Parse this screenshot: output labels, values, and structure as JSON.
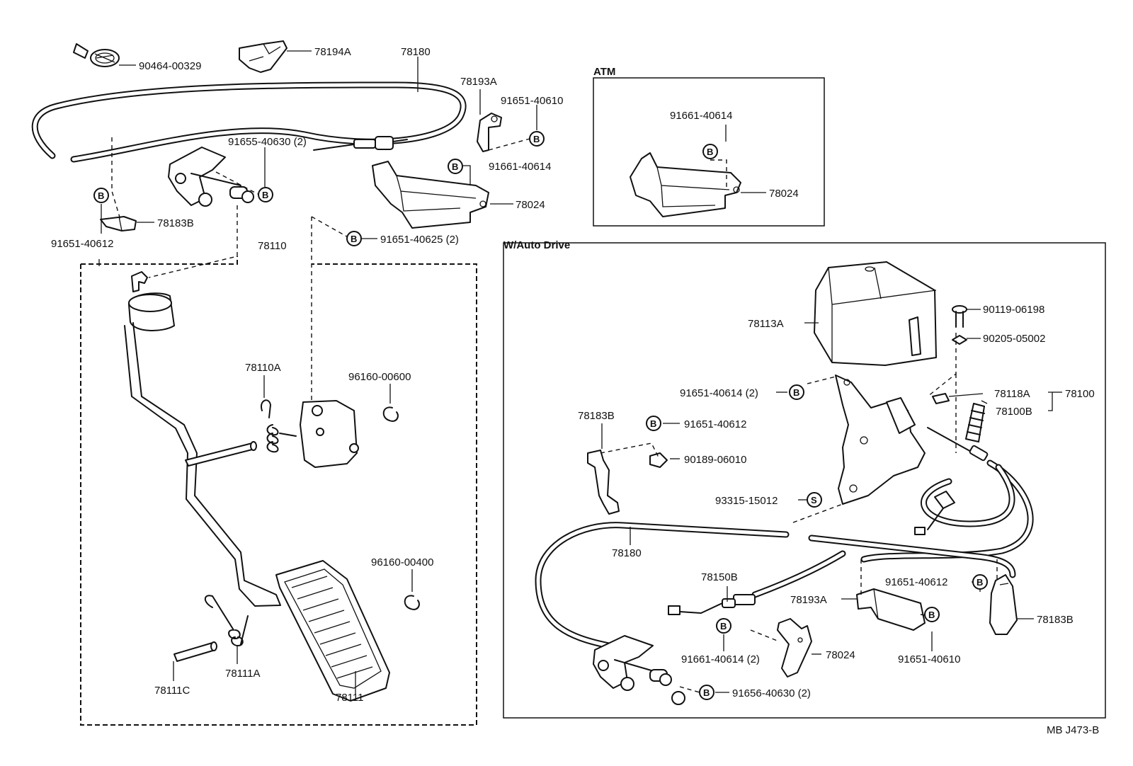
{
  "sections": {
    "atm": "ATM",
    "auto_drive": "W/Auto Drive"
  },
  "ref_code": "MB J473-B",
  "marks": {
    "b": "B",
    "s": "S"
  },
  "labels": {
    "p90464_00329": "90464-00329",
    "p78194A": "78194A",
    "p78180_top": "78180",
    "p78193A_top": "78193A",
    "p91651_40610_top": "91651-40610",
    "p91655_40630": "91655-40630 (2)",
    "p91661_40614_top": "91661-40614",
    "p78024_top": "78024",
    "p78183B_top": "78183B",
    "p91651_40612_top": "91651-40612",
    "p91651_40625": "91651-40625 (2)",
    "p78110": "78110",
    "p78110A": "78110A",
    "p96160_00600": "96160-00600",
    "p96160_00400": "96160-00400",
    "p78111C": "78111C",
    "p78111A": "78111A",
    "p78111": "78111",
    "p91661_40614_atm": "91661-40614",
    "p78024_atm": "78024",
    "p78113A": "78113A",
    "p90119_06198": "90119-06198",
    "p90205_05002": "90205-05002",
    "p91651_40614_ad": "91651-40614 (2)",
    "p78118A": "78118A",
    "p78100": "78100",
    "p78100B": "78100B",
    "p78183B_ad": "78183B",
    "p91651_40612_ad": "91651-40612",
    "p90189_06010": "90189-06010",
    "p93315_15012": "93315-15012",
    "p78180_ad": "78180",
    "p78150B": "78150B",
    "p78193A_ad": "78193A",
    "p91651_40612_ad2": "91651-40612",
    "p78183B_ad2": "78183B",
    "p91661_40614_ad": "91661-40614 (2)",
    "p78024_ad": "78024",
    "p91651_40610_ad": "91651-40610",
    "p91656_40630": "91656-40630 (2)"
  }
}
